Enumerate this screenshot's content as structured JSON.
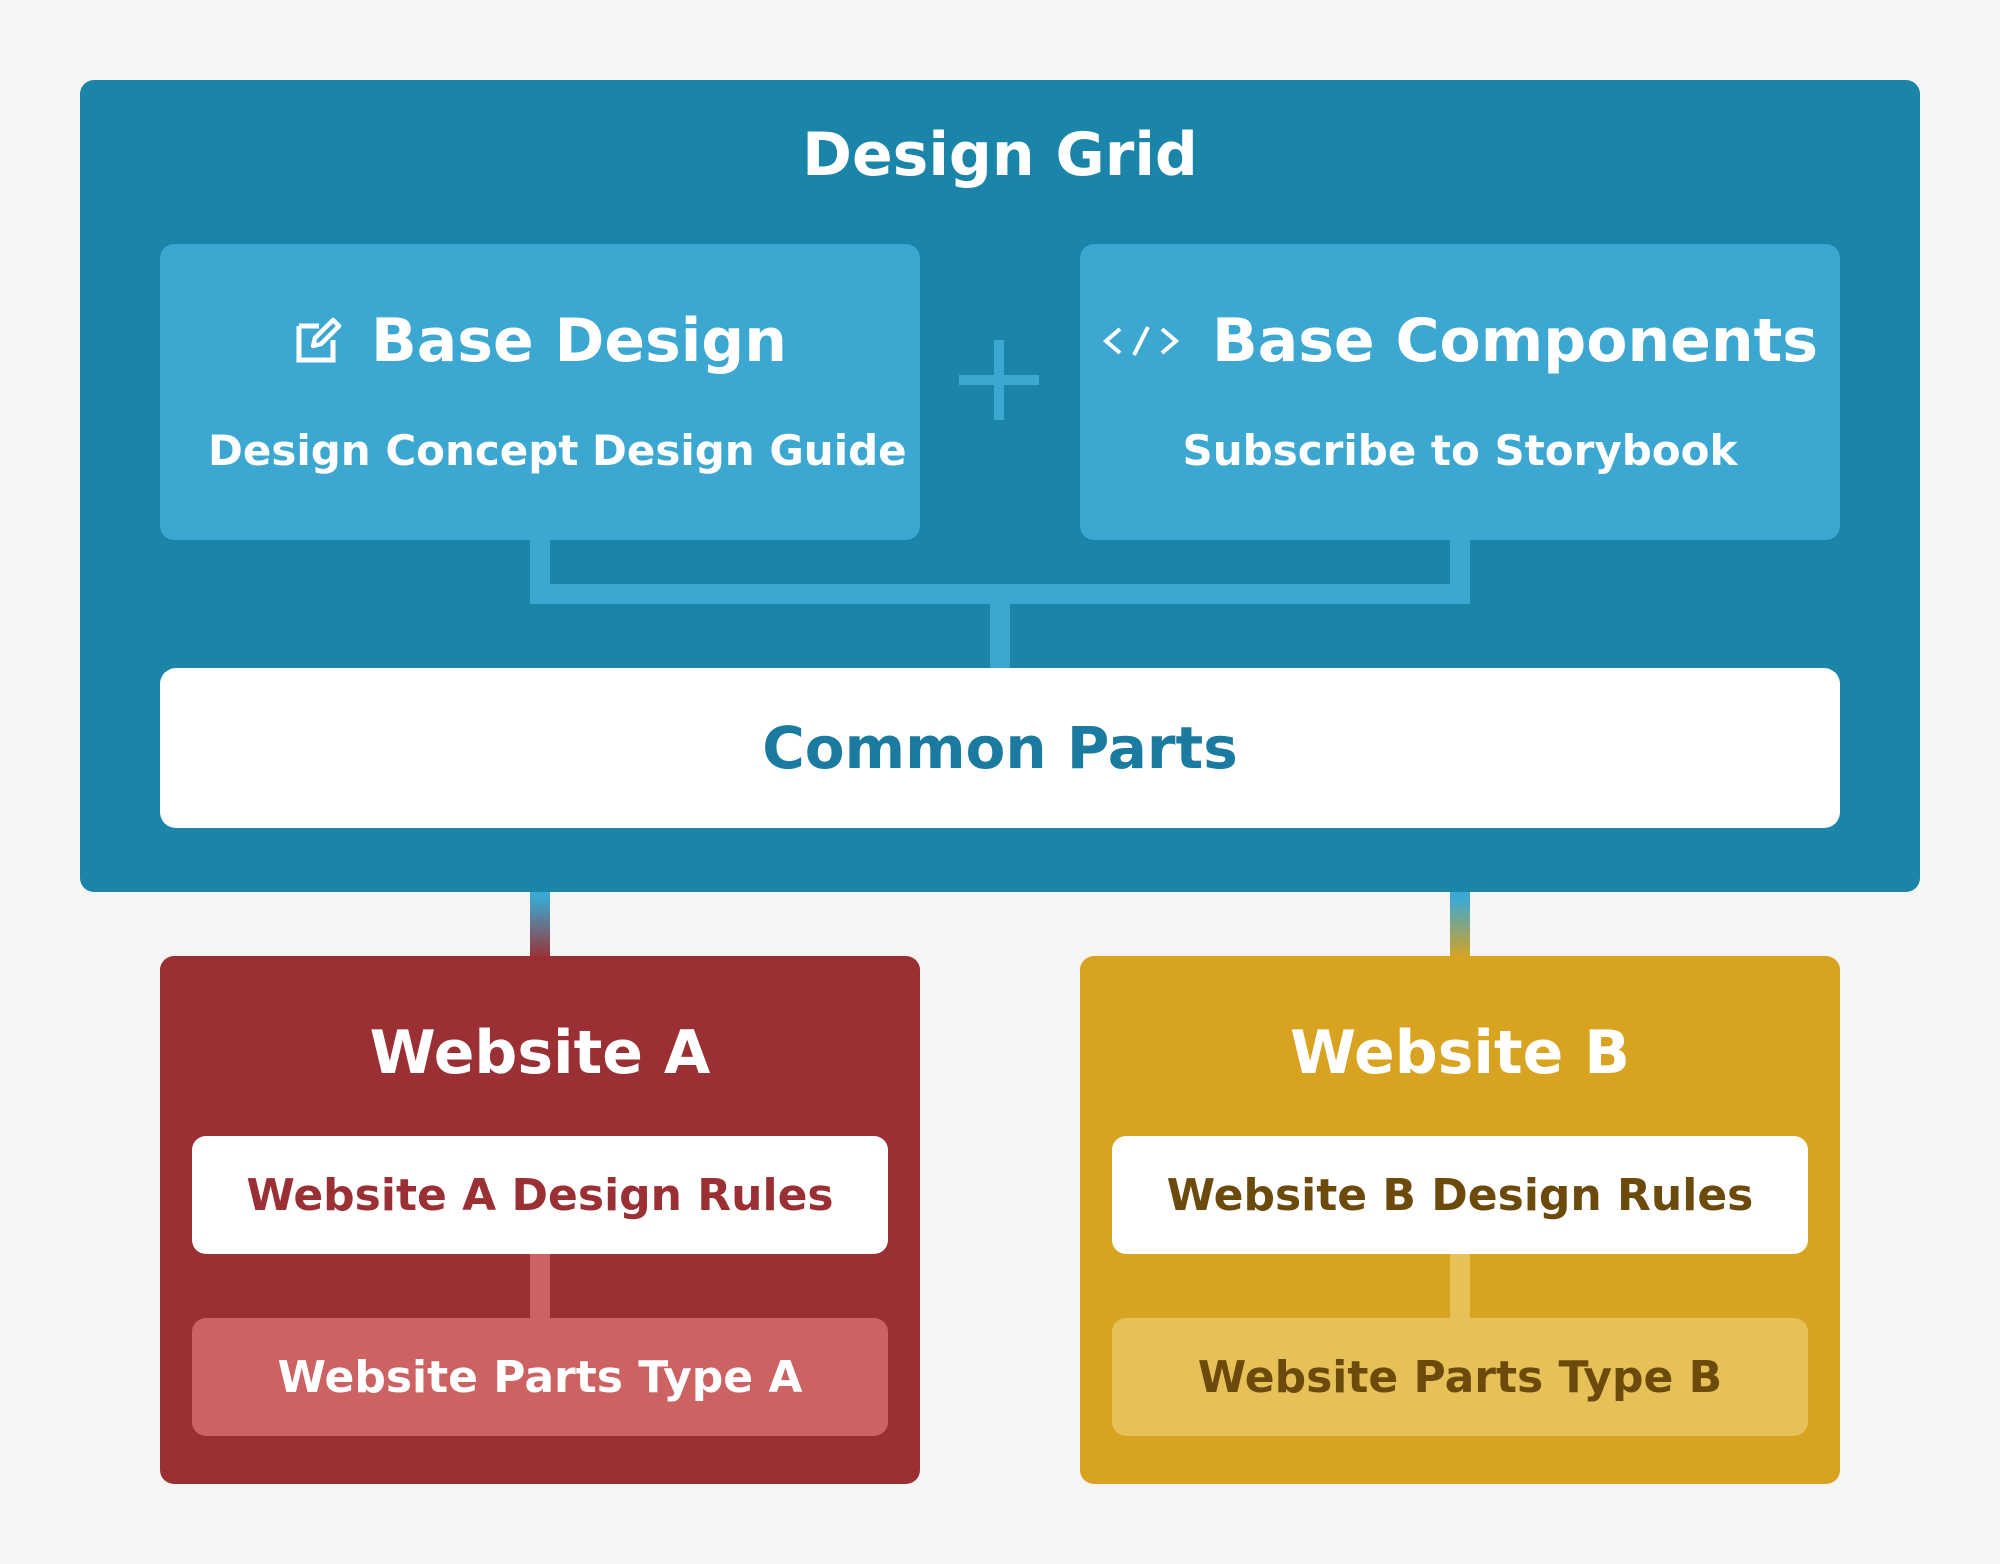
{
  "design_grid": {
    "title": "Design Grid",
    "base_design": {
      "icon": "edit-icon",
      "title": "Base Design",
      "items": [
        "Design Concept",
        "Design Guide"
      ]
    },
    "plus_symbol": "+",
    "base_components": {
      "icon": "code-icon",
      "title": "Base Components",
      "subtitle": "Subscribe to Storybook"
    },
    "common_parts": "Common Parts"
  },
  "website_a": {
    "title": "Website A",
    "rules": "Website A Design Rules",
    "parts": "Website Parts Type A"
  },
  "website_b": {
    "title": "Website B",
    "rules": "Website B Design Rules",
    "parts": "Website Parts Type B"
  },
  "colors": {
    "background": "#f5f5f5",
    "design_grid": "#1a85a8",
    "card_blue": "#3ca8d1",
    "website_a": "#9b3034",
    "website_a_light": "#cd6263",
    "website_b": "#d8a321",
    "website_b_light": "#e6c158",
    "website_b_text": "#6b4a0c"
  }
}
